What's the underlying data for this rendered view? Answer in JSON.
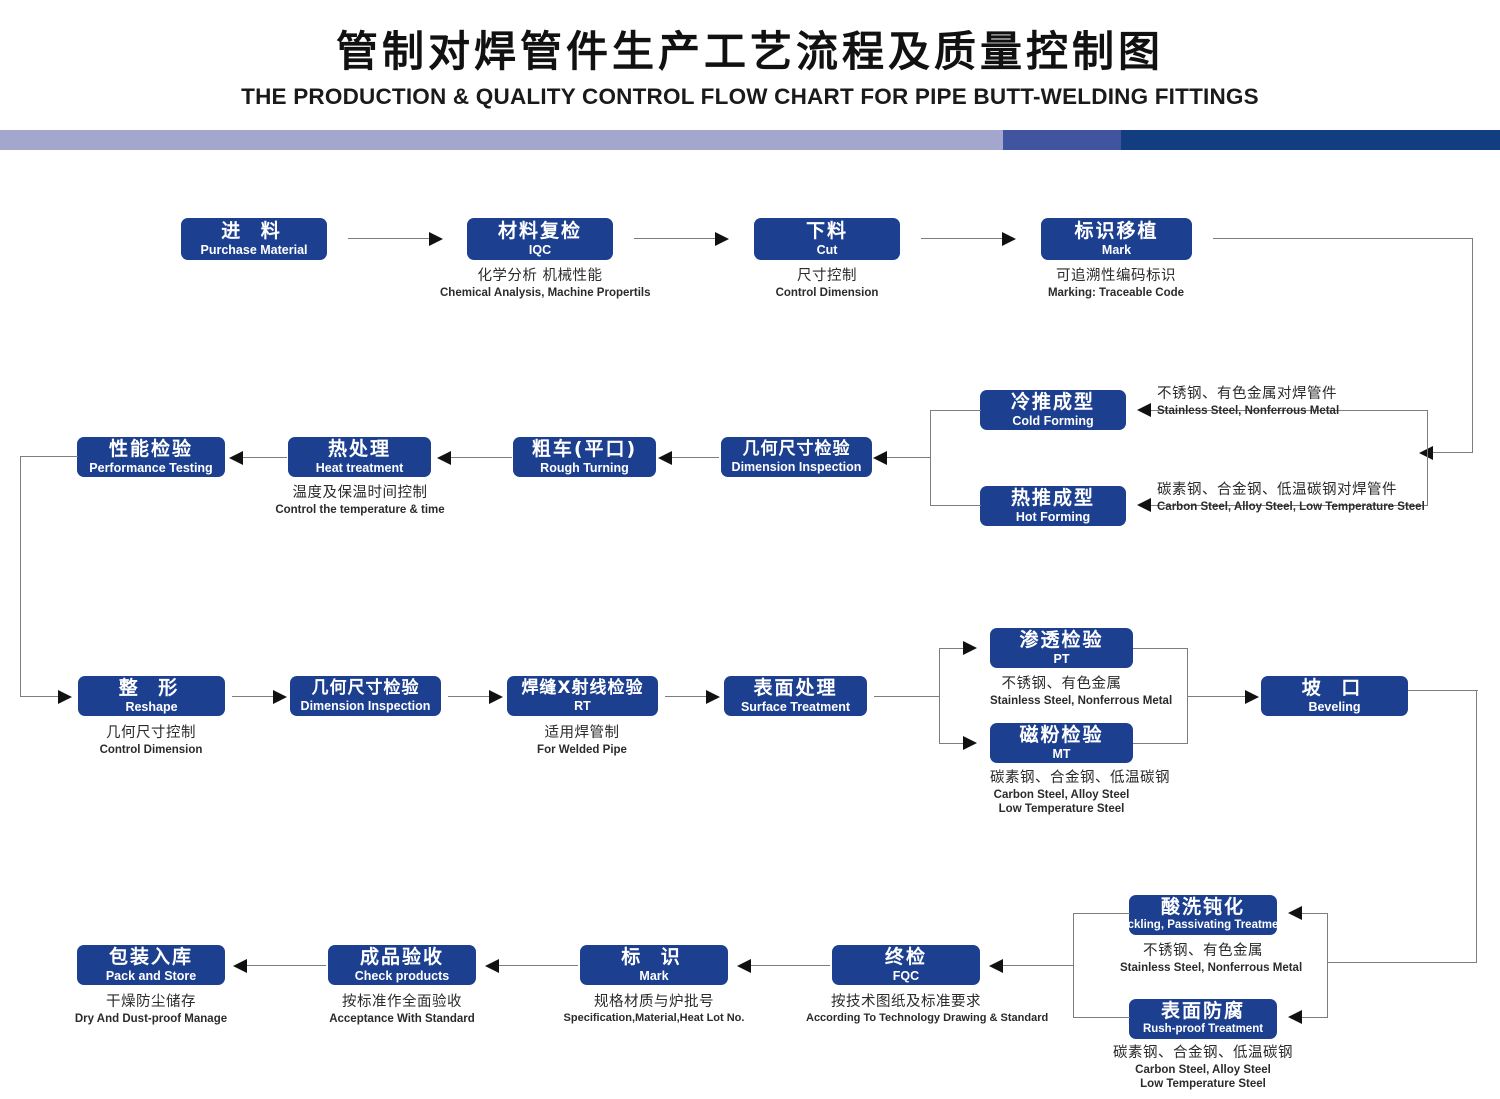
{
  "header": {
    "title_cn": "管制对焊管件生产工艺流程及质量控制图",
    "title_en": "THE PRODUCTION & QUALITY CONTROL FLOW CHART FOR PIPE BUTT-WELDING FITTINGS",
    "bar_colors": [
      "#a3a6cd",
      "#4054a0",
      "#123d80"
    ]
  },
  "theme": {
    "node_fill": "#1c3f8f",
    "node_text": "#ffffff",
    "connector": "#7d7d7d",
    "arrow": "#111111"
  },
  "nodes": {
    "purchase": {
      "cn": "进 料",
      "en": "Purchase Material"
    },
    "iqc": {
      "cn": "材料复检",
      "en": "IQC"
    },
    "cut": {
      "cn": "下料",
      "en": "Cut"
    },
    "mark_transfer": {
      "cn": "标识移植",
      "en": "Mark"
    },
    "cold_forming": {
      "cn": "冷推成型",
      "en": "Cold Forming"
    },
    "hot_forming": {
      "cn": "热推成型",
      "en": "Hot Forming"
    },
    "dim_inspect_1": {
      "cn": "几何尺寸检验",
      "en": "Dimension Inspection"
    },
    "rough_turning": {
      "cn": "粗车(平口)",
      "en": "Rough Turning"
    },
    "heat_treatment": {
      "cn": "热处理",
      "en": "Heat treatment"
    },
    "performance": {
      "cn": "性能检验",
      "en": "Performance Testing"
    },
    "reshape": {
      "cn": "整 形",
      "en": "Reshape"
    },
    "dim_inspect_2": {
      "cn": "几何尺寸检验",
      "en": "Dimension Inspection"
    },
    "rt": {
      "cn": "焊缝X射线检验",
      "en": "RT"
    },
    "surface_treatment": {
      "cn": "表面处理",
      "en": "Surface Treatment"
    },
    "pt": {
      "cn": "渗透检验",
      "en": "PT"
    },
    "mt": {
      "cn": "磁粉检验",
      "en": "MT"
    },
    "beveling": {
      "cn": "坡 口",
      "en": "Beveling"
    },
    "pickling": {
      "cn": "酸洗钝化",
      "en": "Pickling, Passivating  Treatment"
    },
    "rushproof": {
      "cn": "表面防腐",
      "en": "Rush-proof Treatment"
    },
    "fqc": {
      "cn": "终检",
      "en": "FQC"
    },
    "mark_final": {
      "cn": "标 识",
      "en": "Mark"
    },
    "check_products": {
      "cn": "成品验收",
      "en": "Check products"
    },
    "pack_store": {
      "cn": "包装入库",
      "en": "Pack and Store"
    }
  },
  "captions": {
    "iqc": {
      "cn": "化学分析 机械性能",
      "en": "Chemical  Analysis,  Machine Propertils"
    },
    "cut": {
      "cn": "尺寸控制",
      "en": "Control Dimension"
    },
    "mark_transfer": {
      "cn": "可追溯性编码标识",
      "en": "Marking: Traceable  Code"
    },
    "cold_forming": {
      "cn": "不锈钢、有色金属对焊管件",
      "en": "Stainless Steel, Nonferrous Metal"
    },
    "hot_forming": {
      "cn": "碳素钢、合金钢、低温碳钢对焊管件",
      "en": "Carbon Steel, Alloy Steel, Low Temperature Steel"
    },
    "heat_treatment": {
      "cn": "温度及保温时间控制",
      "en": "Control the  temperature  &  time"
    },
    "reshape": {
      "cn": "几何尺寸控制",
      "en": "Control Dimension"
    },
    "rt": {
      "cn": "适用焊管制",
      "en": "For  Welded  Pipe"
    },
    "pt": {
      "cn": "不锈钢、有色金属",
      "en": "Stainless Steel, Nonferrous Metal"
    },
    "mt": {
      "cn": "碳素钢、合金钢、低温碳钢",
      "en": "Carbon Steel, Alloy Steel",
      "en2": "Low Temperature Steel"
    },
    "pickling": {
      "cn": "不锈钢、有色金属",
      "en": "Stainless Steel, Nonferrous Metal"
    },
    "rushproof": {
      "cn": "碳素钢、合金钢、低温碳钢",
      "en": "Carbon Steel, Alloy Steel",
      "en2": "Low Temperature Steel"
    },
    "fqc": {
      "cn": "按技术图纸及标准要求",
      "en": "According To Technology Drawing & Standard"
    },
    "mark_final": {
      "cn": "规格材质与炉批号",
      "en": "Specification,Material,Heat Lot No."
    },
    "check_products": {
      "cn": "按标准作全面验收",
      "en": "Acceptance  With  Standard"
    },
    "pack_store": {
      "cn": "干燥防尘储存",
      "en": "Dry  And Dust-proof  Manage"
    }
  }
}
